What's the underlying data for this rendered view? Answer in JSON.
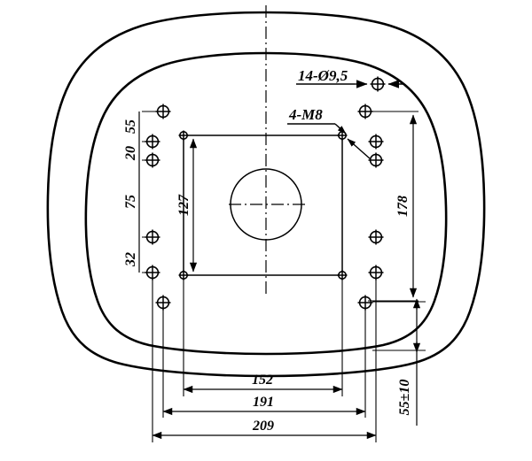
{
  "drawing": {
    "type": "engineering-dimension-drawing",
    "description": "Mounting plate outline with bolt hole pattern and dimensions",
    "units": "mm",
    "labels": {
      "hole_pattern_callout": "14-Ø9,5",
      "thread_callout": "4-M8"
    },
    "dimensions": {
      "vertical_left": [
        {
          "id": "d-55",
          "value": "55"
        },
        {
          "id": "d-20",
          "value": "20"
        },
        {
          "id": "d-75",
          "value": "75"
        },
        {
          "id": "d-32",
          "value": "32"
        }
      ],
      "vertical_inner": [
        {
          "id": "d-127",
          "value": "127"
        }
      ],
      "vertical_right": [
        {
          "id": "d-178",
          "value": "178"
        },
        {
          "id": "d-55pm10",
          "value": "55±10"
        }
      ],
      "horizontal_bottom": [
        {
          "id": "d-152",
          "value": "152"
        },
        {
          "id": "d-191",
          "value": "191"
        },
        {
          "id": "d-209",
          "value": "209"
        }
      ]
    },
    "colors": {
      "line": "#000000",
      "background": "#ffffff",
      "fill": "#ffffff"
    }
  }
}
